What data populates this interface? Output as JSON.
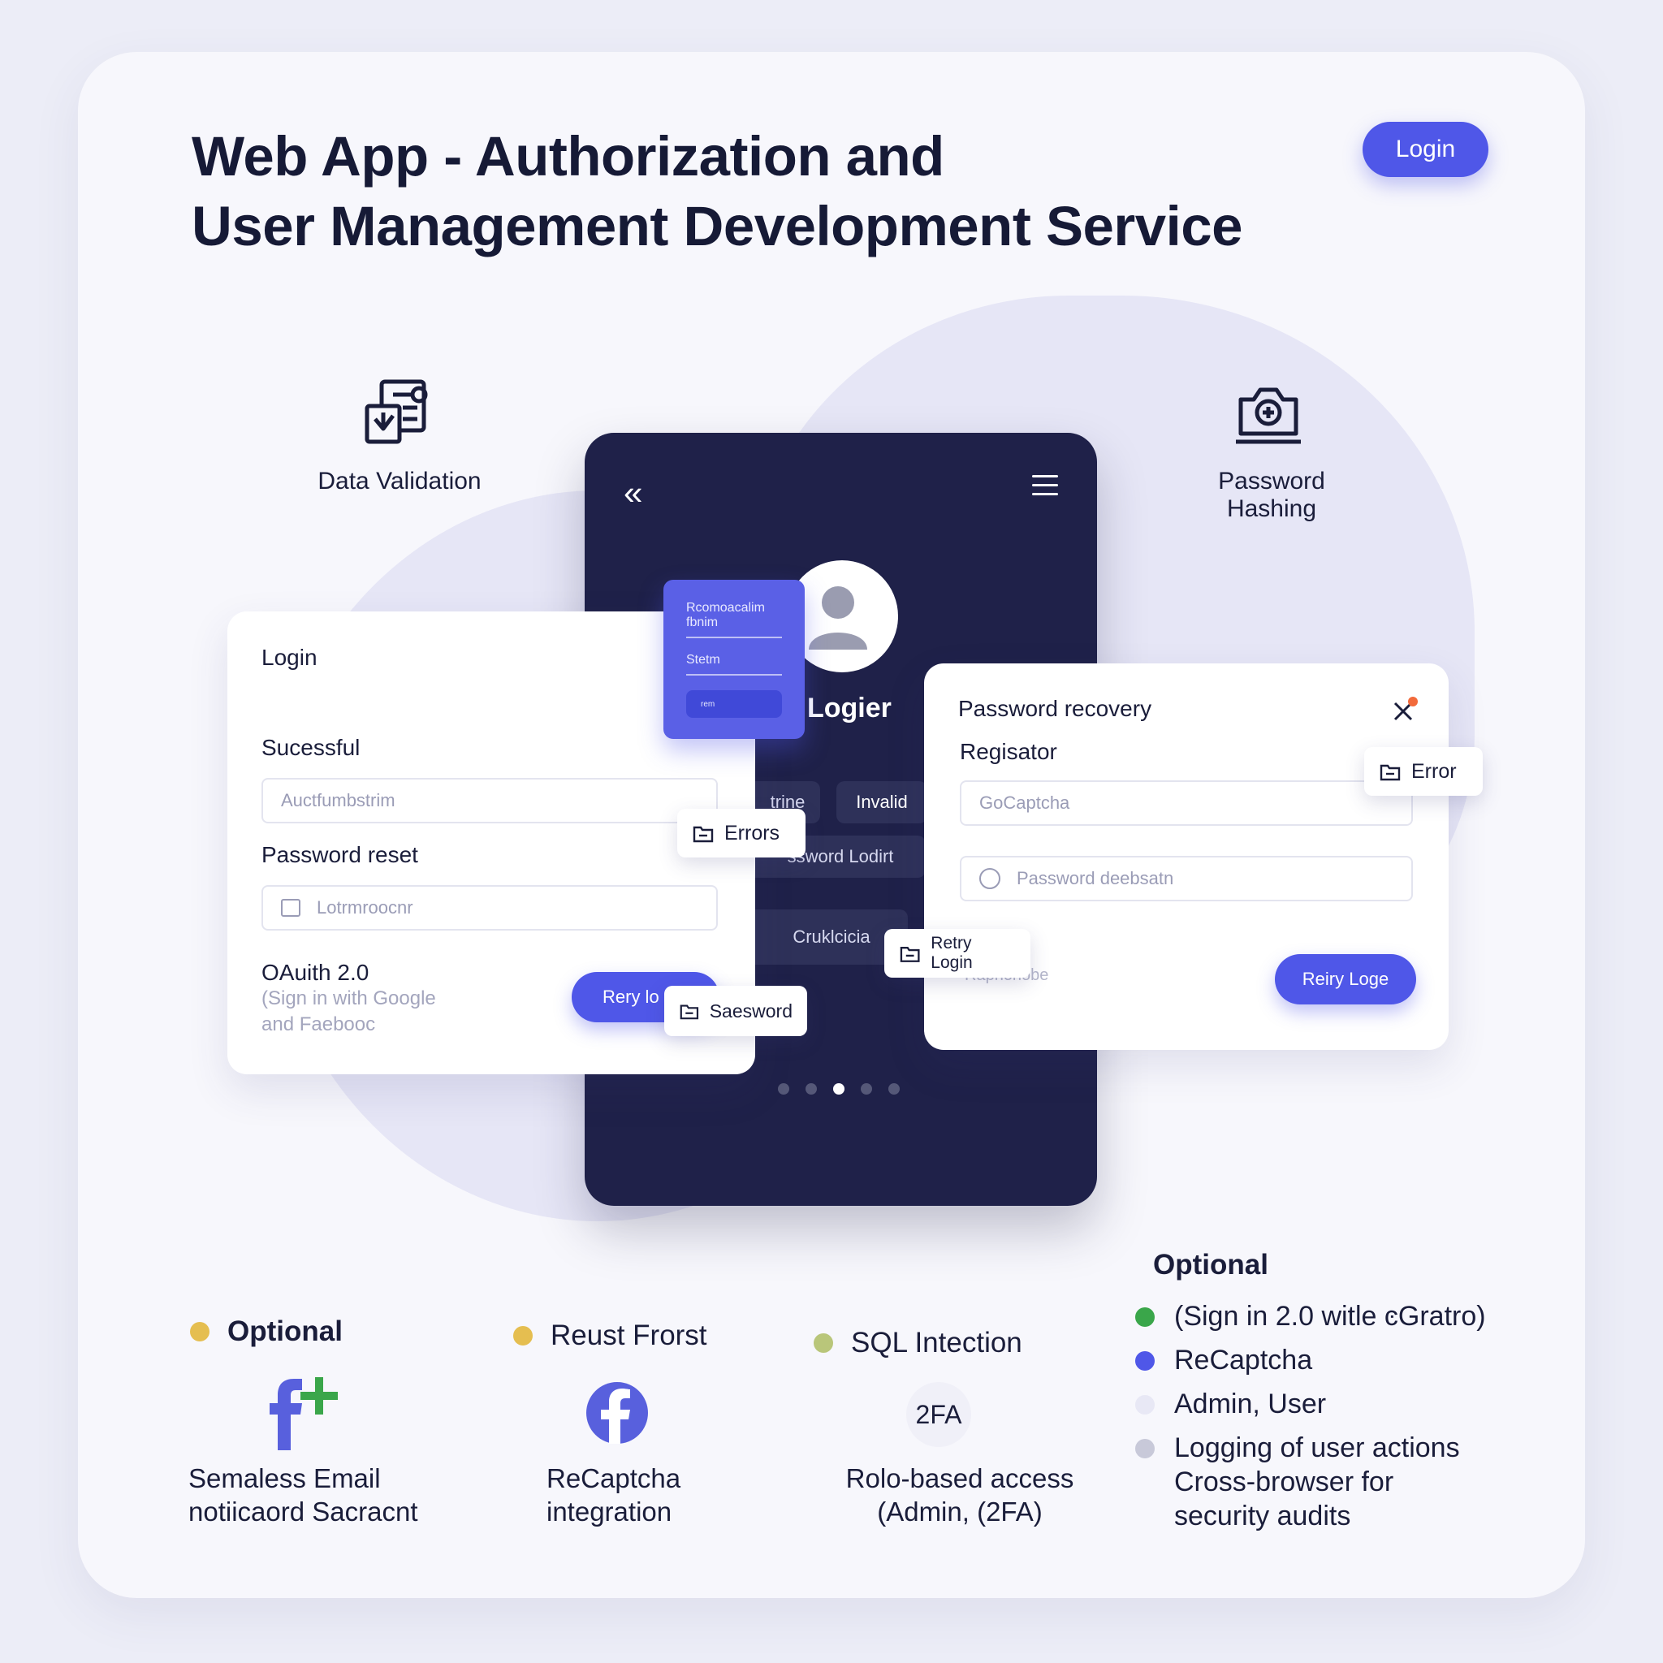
{
  "header": {
    "title_line1": "Web App - Authorization and",
    "title_line2": "User Management Development Service",
    "login_button": "Login"
  },
  "features": {
    "data_validation": "Data Validation",
    "password_hashing_line1": "Password",
    "password_hashing_line2": "Hashing"
  },
  "phone": {
    "title": "Logier",
    "pill_1": "trine",
    "pill_2": "Invalid",
    "pill_3": "ssword Lodirt",
    "pill_4": "Cruklcicia",
    "purple_card": {
      "line1": "Rcomoacalim",
      "line2": "fbnim",
      "line3": "Stetm",
      "button": "rem"
    }
  },
  "left_panel": {
    "title": "Login",
    "label_successful": "Sucessful",
    "input1_placeholder": "Auctfumbstrim",
    "label_password_reset": "Password reset",
    "input2_placeholder": "Lotrmroocnr",
    "oauth_title": "OAuith 2.0",
    "oauth_sub1": "(Sign in with Google",
    "oauth_sub2": "and Faebooc",
    "retry_button": "Rery lo"
  },
  "right_panel": {
    "title": "Password recovery",
    "label_registrator": "Regisator",
    "input1_placeholder": "GoCaptcha",
    "input2_placeholder": "Password deebsatn",
    "faded_text": "Rapnoriobe",
    "retry_button": "Reiry Loge"
  },
  "chips": {
    "errors": "Errors",
    "error": "Error",
    "retry_login": "Retry Login",
    "saesword": "Saesword"
  },
  "legend": [
    {
      "label": "Optional",
      "color": "#e5be50"
    },
    {
      "label": "Reust Frorst",
      "color": "#e5be50"
    },
    {
      "label": "SQL Intection",
      "color": "#b9c67a"
    }
  ],
  "bottom_items": {
    "item1_line1": "Semaless Email",
    "item1_line2": "notiicaord Sacracnt",
    "item2_line1": "ReCaptcha",
    "item2_line2": "integration",
    "item3_badge": "2FA",
    "item3_line1": "Rolo-based access",
    "item3_line2": "(Admin, (2FA)"
  },
  "right_list": {
    "heading": "Optional",
    "rows": [
      {
        "text": "(Sign in 2.0 witle ͼGratro)",
        "color": "#3aa64a"
      },
      {
        "text": "ReCaptcha",
        "color": "#4f57e8"
      },
      {
        "text": "Admin, User",
        "color": "#e8e8f5"
      },
      {
        "text": "Logging of user actions Cross-browser for security audits",
        "color": "#c8c9d9"
      }
    ]
  },
  "colors": {
    "accent": "#4f57e8",
    "phone_bg": "#1f2149",
    "background": "#ecedf7"
  }
}
